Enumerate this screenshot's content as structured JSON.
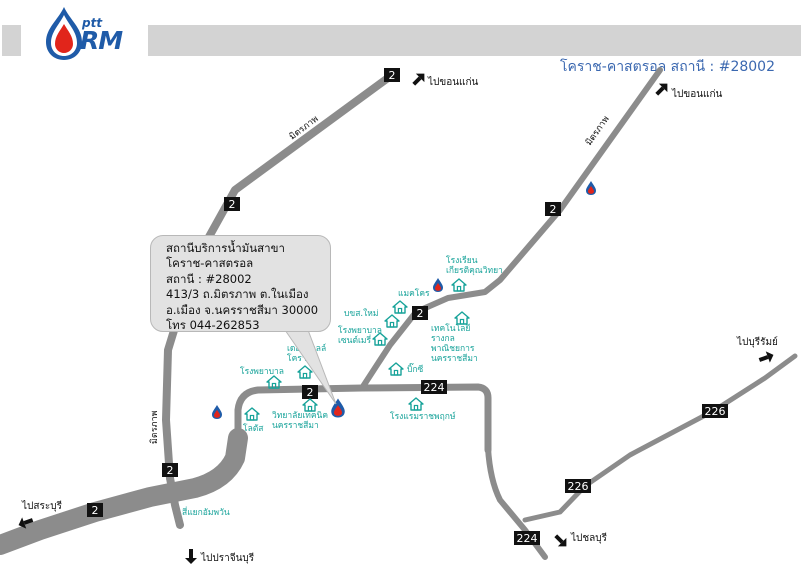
{
  "header": {
    "title": "โคราช-คาสตรอล สถานี : #28002"
  },
  "logo": {
    "top_text": "ptt",
    "main_text": "RM",
    "colors": {
      "blue": "#1f5ba8",
      "red": "#e1251b"
    }
  },
  "info_box": {
    "line1": "สถานีบริการน้ำมันสาขา",
    "line2": "โคราช-คาสตรอล",
    "line3": "สถานี : #28002",
    "line4": "413/3 ถ.มิตรภาพ ต.ในเมือง",
    "line5": "อ.เมือง  จ.นครราชสีมา  30000",
    "line6": "โทร 044-262853"
  },
  "directions": {
    "khonkaen_left": "ไปขอนแก่น",
    "khonkaen_right": "ไปขอนแก่น",
    "buriram": "ไปบุรีรัมย์",
    "saraburi": "ไปสระบุรี",
    "prachinburi": "ไปปราจีนบุรี",
    "chonburi": "ไปชลบุรี"
  },
  "road_labels": {
    "mittraphap_1": "มิตรภาพ",
    "mittraphap_2": "มิตรภาพ",
    "mittraphap_3": "มิตรภาพ"
  },
  "route_shields": {
    "r2_a": "2",
    "r2_b": "2",
    "r2_c": "2",
    "r2_d": "2",
    "r2_e": "2",
    "r2_f": "2",
    "r2_g": "2",
    "r224_a": "224",
    "r224_b": "224",
    "r226_a": "226",
    "r226_b": "226"
  },
  "landmarks": {
    "school": "โรงเรียน\nเกียรติคุณวิทยา",
    "makro": "แมคโคร",
    "bus_terminal": "บขส.ใหม่",
    "hospital_central": "โรงพยาบาล\nเซนต์เมรี่",
    "tech_college": "เทคโนโลยี\nรางกล\nพาณิชยการ\nนครราชสีมา",
    "the_mall": "เดอะมอลล์\nโคราช",
    "hospital_left": "โรงพยาบาล",
    "big_c": "บิ๊กซี",
    "tech_college_2": "วิทยาลัยเทคนิค\nนครราชสีมา",
    "lotus": "โลตัส",
    "hotel": "โรงแรมราชพฤกษ์",
    "junction": "สี่แยกอัมพวัน"
  },
  "colors": {
    "road": "#8c8c8c",
    "shield_bg": "#111111",
    "landmark_text": "#18a39a",
    "header_text": "#3b68b0",
    "header_bg": "#d3d3d3",
    "callout_bg": "#e2e2e2"
  }
}
